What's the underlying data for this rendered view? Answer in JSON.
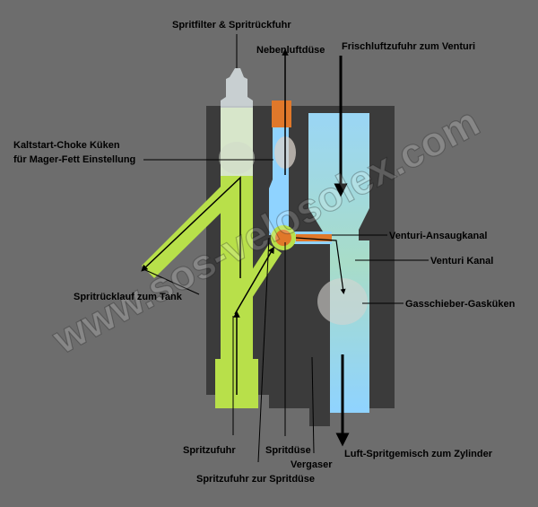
{
  "labels": {
    "spritfilter": "Spritfilter & Spritrückfuhr",
    "nebenluftduese": "Nebenluftdüse",
    "frischluft": "Frischluftzufuhr zum Venturi",
    "kaltstart_line1": "Kaltstart-Choke Küken",
    "kaltstart_line2": "für Mager-Fett Einstellung",
    "venturi_ansaug": "Venturi-Ansaugkanal",
    "venturi_kanal": "Venturi Kanal",
    "ruecklauf": "Spritrücklauf zum Tank",
    "gasschieber": "Gasschieber-Gasküken",
    "spritzufuhr": "Spritzufuhr",
    "spritduese": "Spritdüse",
    "vergaser": "Vergaser",
    "gemisch": "Luft-Spritgemisch zum Zylinder",
    "spritzufuhr_duese": "Spritzufuhr zur Spritdüse"
  },
  "watermark": "www.sos-velosolex.com",
  "colors": {
    "background": "#6d6d6d",
    "body": "#3b3b3b",
    "fuel": "#b8e04a",
    "air": "#8fd3ff",
    "jet": "#e0782a"
  }
}
